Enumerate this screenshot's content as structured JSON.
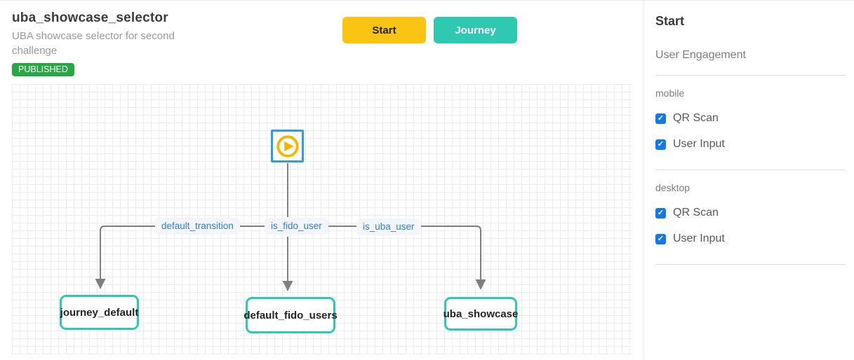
{
  "header": {
    "title": "uba_showcase_selector",
    "subtitle": "UBA showcase selector for second challenge",
    "status_badge": "PUBLISHED"
  },
  "toolbar": {
    "start_label": "Start",
    "journey_label": "Journey"
  },
  "canvas": {
    "start_node": {
      "icon": "play-icon"
    },
    "edges": [
      {
        "label": "default_transition",
        "target": "journey_default"
      },
      {
        "label": "is_fido_user",
        "target": "default_fido_users"
      },
      {
        "label": "is_uba_user",
        "target": "uba_showcase"
      }
    ],
    "nodes": [
      {
        "label": "journey_default"
      },
      {
        "label": "default_fido_users"
      },
      {
        "label": "uba_showcase"
      }
    ]
  },
  "sidebar": {
    "title": "Start",
    "subtitle": "User Engagement",
    "sections": [
      {
        "label": "mobile",
        "options": [
          {
            "label": "QR Scan",
            "checked": true
          },
          {
            "label": "User Input",
            "checked": true
          }
        ]
      },
      {
        "label": "desktop",
        "options": [
          {
            "label": "QR Scan",
            "checked": true
          },
          {
            "label": "User Input",
            "checked": true
          }
        ]
      }
    ]
  },
  "colors": {
    "accent_yellow": "#f9c412",
    "accent_teal": "#2fc9b2",
    "node_border_teal": "#2ec9b2",
    "start_node_border_blue": "#2e9bf0",
    "edge_label_blue": "#2f80cb",
    "checkbox_blue": "#1677e8",
    "badge_green": "#28a745",
    "connector_gray": "#7f7f7f"
  },
  "glyphs": {
    "check": "✓"
  }
}
